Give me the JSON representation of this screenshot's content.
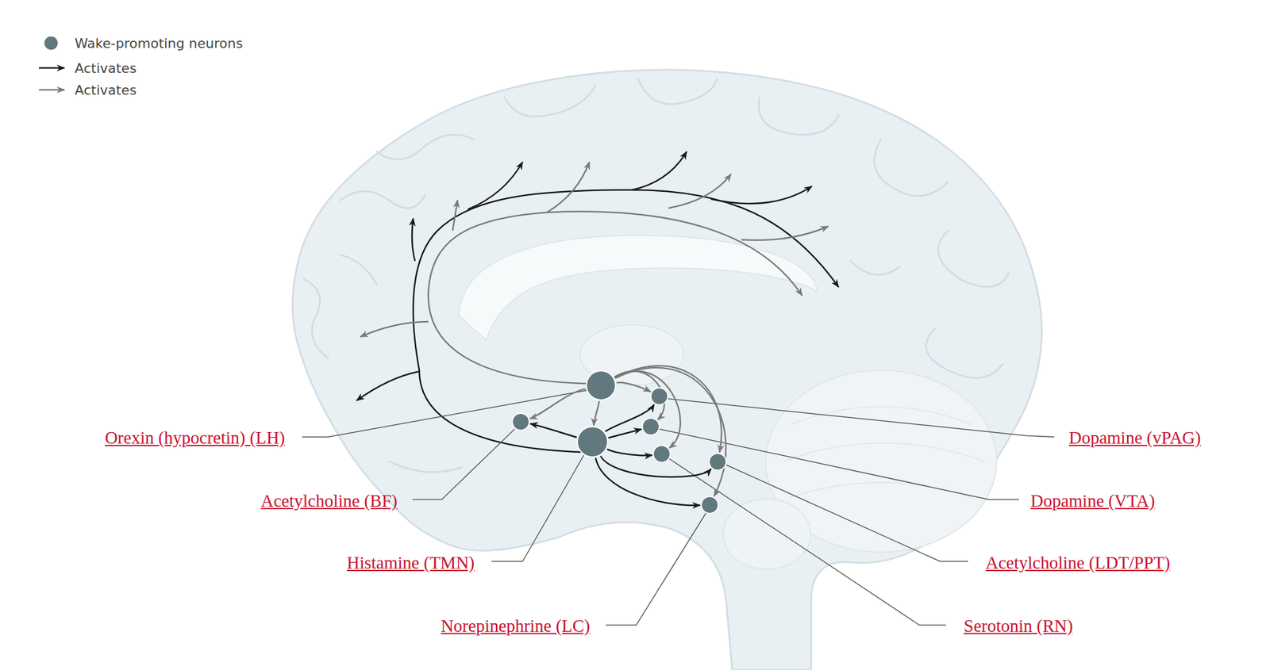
{
  "diagram": {
    "nodes": [
      {
        "text": [
          "Orexin (hypocretin) (LH)"
        ]
      },
      {
        "text": [
          "Acetylcholine (BF)"
        ]
      },
      {
        "text": [
          "Histamine (TMN)"
        ]
      },
      {
        "text": [
          "Norepinephrine (LC)"
        ]
      },
      {
        "text": [
          "Dopamine (vPAG)"
        ]
      },
      {
        "text": [
          "Dopamine (VTA)"
        ]
      },
      {
        "text": [
          "Acetylcholine (LDT/PPT)"
        ]
      },
      {
        "text": [
          "Serotonin (RN)"
        ]
      }
    ],
    "edges": [
      {
        "from": 0,
        "to": 1,
        "arrow": "to"
      },
      {
        "from": 0,
        "to": 2,
        "arrow": "to"
      },
      {
        "from": 0,
        "to": 4,
        "arrow": "to"
      },
      {
        "from": 0,
        "to": 5,
        "arrow": "to"
      },
      {
        "from": 0,
        "to": 7,
        "arrow": "to"
      },
      {
        "from": 0,
        "to": 6,
        "arrow": "to"
      },
      {
        "from": 0,
        "to": 3,
        "arrow": "to"
      },
      {
        "from": 2,
        "to": 1,
        "arrow": "to"
      },
      {
        "from": 2,
        "to": 4,
        "arrow": "to"
      },
      {
        "from": 2,
        "to": 5,
        "arrow": "to"
      },
      {
        "from": 2,
        "to": 7,
        "arrow": "to"
      },
      {
        "from": 2,
        "to": 6,
        "arrow": "to"
      },
      {
        "from": 2,
        "to": 3,
        "arrow": "to"
      }
    ],
    "legend": [
      {
        "text": "Wake-promoting neurons",
        "color": "#62787f"
      },
      {
        "text": "Activates"
      },
      {
        "text": "Activates"
      }
    ]
  }
}
